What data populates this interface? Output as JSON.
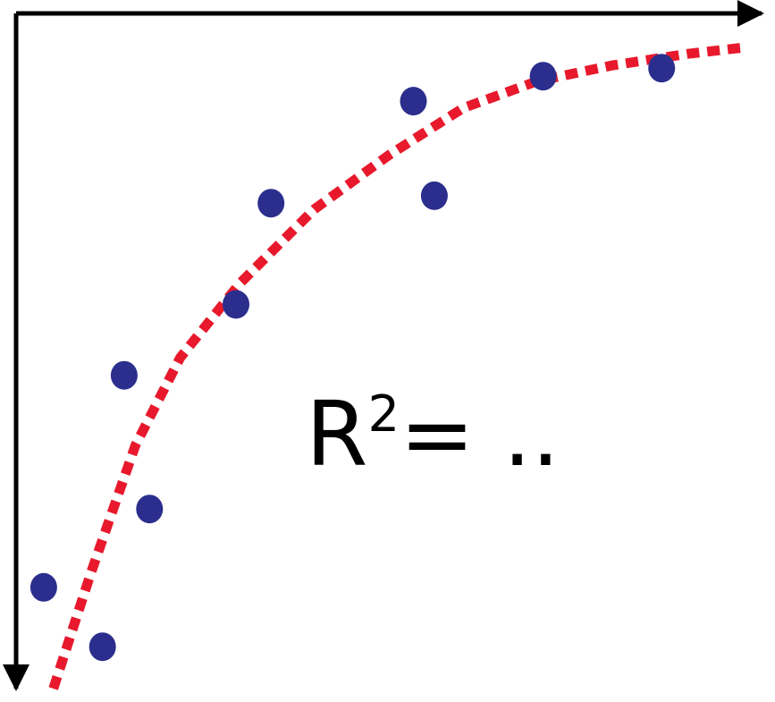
{
  "chart_data": {
    "type": "scatter",
    "title": "",
    "xlabel": "",
    "ylabel": "",
    "xlim": [
      0,
      100
    ],
    "ylim": [
      0,
      100
    ],
    "grid": false,
    "axis_color": "#000000",
    "point_color": "#2b2e8c",
    "trend_color": "#e8192c",
    "series": [
      {
        "points": [
          {
            "x": 3.7,
            "y": 15.0
          },
          {
            "x": 11.6,
            "y": 6.2
          },
          {
            "x": 14.5,
            "y": 46.4
          },
          {
            "x": 17.9,
            "y": 26.6
          },
          {
            "x": 29.5,
            "y": 56.9
          },
          {
            "x": 34.2,
            "y": 71.9
          },
          {
            "x": 53.3,
            "y": 87.0
          },
          {
            "x": 56.1,
            "y": 73.0
          },
          {
            "x": 70.7,
            "y": 90.7
          },
          {
            "x": 86.6,
            "y": 91.9
          }
        ]
      }
    ],
    "trend": {
      "style": "dotted",
      "points": [
        {
          "x": 5,
          "y": 0
        },
        {
          "x": 10,
          "y": 17
        },
        {
          "x": 16,
          "y": 36
        },
        {
          "x": 22,
          "y": 49
        },
        {
          "x": 30,
          "y": 60
        },
        {
          "x": 40,
          "y": 71
        },
        {
          "x": 50,
          "y": 79
        },
        {
          "x": 60,
          "y": 86
        },
        {
          "x": 70,
          "y": 90
        },
        {
          "x": 80,
          "y": 92.3
        },
        {
          "x": 90,
          "y": 94
        },
        {
          "x": 98,
          "y": 95
        }
      ]
    },
    "annotation": {
      "base": "R",
      "superscript": "2",
      "rest": "= .."
    }
  }
}
